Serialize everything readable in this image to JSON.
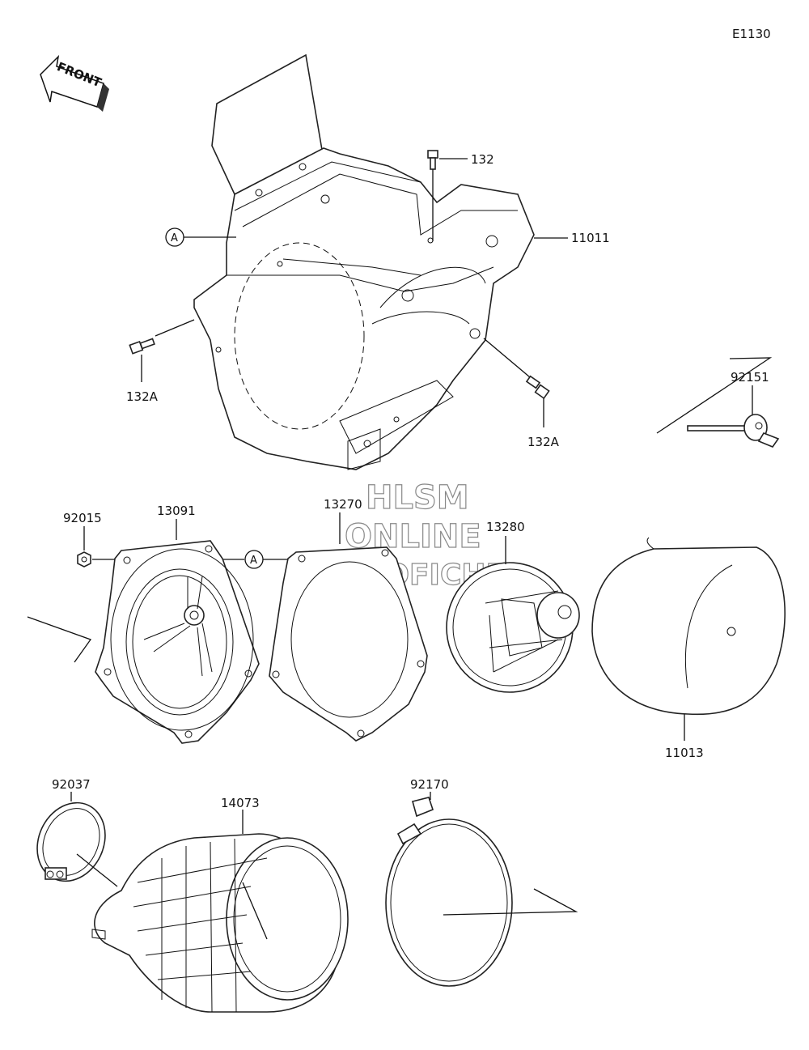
{
  "diagram_code": "E1130",
  "front_arrow": "FRONT",
  "watermark": {
    "line1": "HLSM",
    "line2": "ONLINE",
    "line3": "MICROFICHE"
  },
  "callout_letter": "A",
  "labels": {
    "p132": "132",
    "p11011": "11011",
    "p132A_left": "132A",
    "p132A_right": "132A",
    "p92151": "92151",
    "p92015": "92015",
    "p13091": "13091",
    "p13270": "13270",
    "p13280": "13280",
    "p11013": "11013",
    "p92037": "92037",
    "p14073": "14073",
    "p92170": "92170"
  }
}
